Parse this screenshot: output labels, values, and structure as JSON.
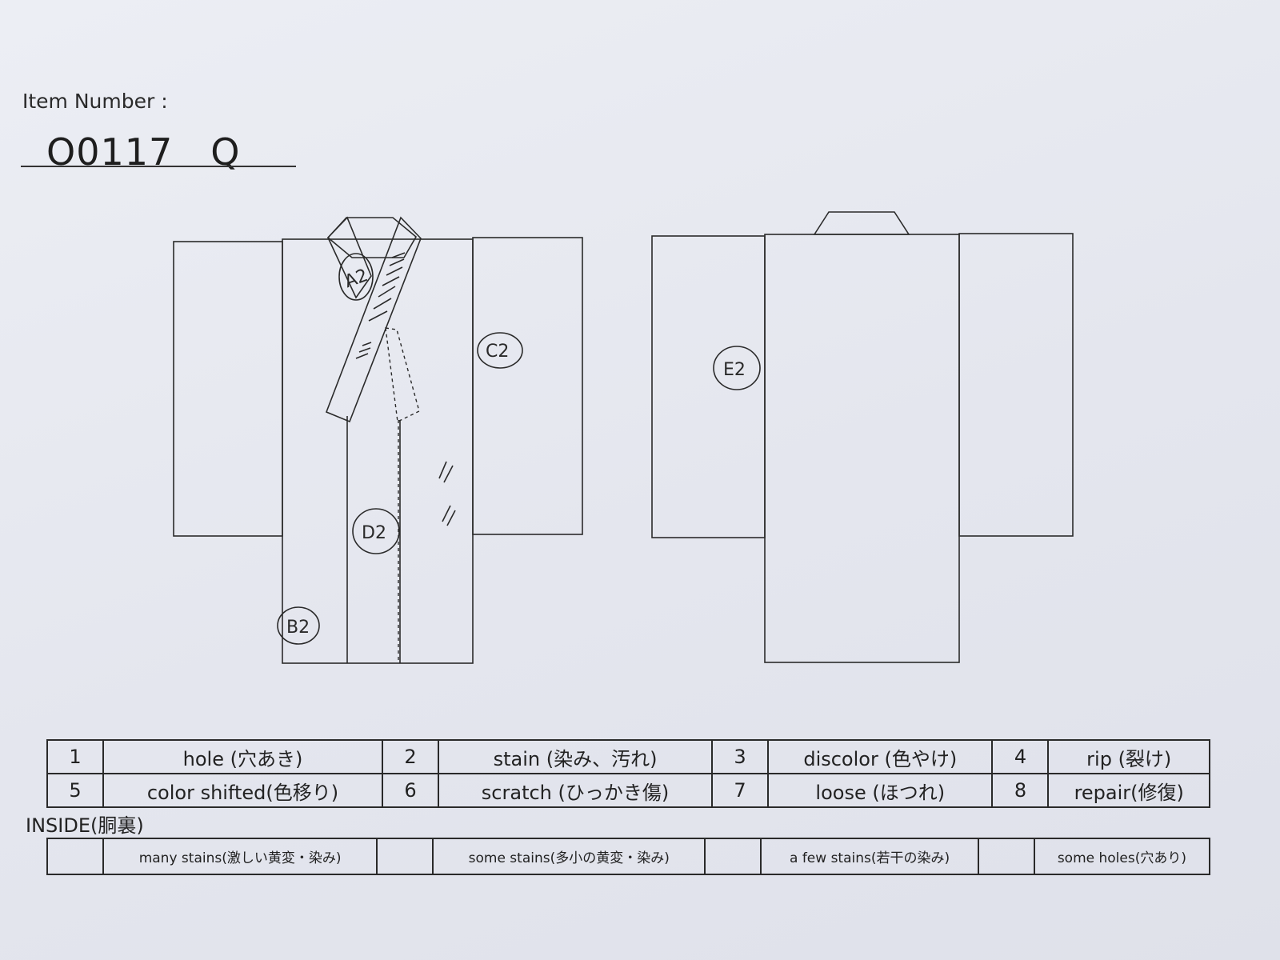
{
  "header": {
    "item_number_label": "Item Number :",
    "item_number_value": "O0117　Q"
  },
  "annotations": [
    "A2",
    "C2",
    "D2",
    "B2",
    "E2"
  ],
  "legend": {
    "rows": [
      [
        {
          "num": "1",
          "label": "hole (穴あき)"
        },
        {
          "num": "2",
          "label": "stain (染み、汚れ)"
        },
        {
          "num": "3",
          "label": "discolor (色やけ)"
        },
        {
          "num": "4",
          "label": "rip (裂け)"
        }
      ],
      [
        {
          "num": "5",
          "label": "color shifted(色移り)"
        },
        {
          "num": "6",
          "label": "scratch (ひっかき傷)"
        },
        {
          "num": "7",
          "label": "loose (ほつれ)"
        },
        {
          "num": "8",
          "label": "repair(修復)"
        }
      ]
    ]
  },
  "inside": {
    "title": "INSIDE(胴裏)",
    "items": [
      "many stains(激しい黄変・染み)",
      "some stains(多小の黄変・染み)",
      "a few stains(若干の染み)",
      "some holes(穴あり)"
    ]
  }
}
